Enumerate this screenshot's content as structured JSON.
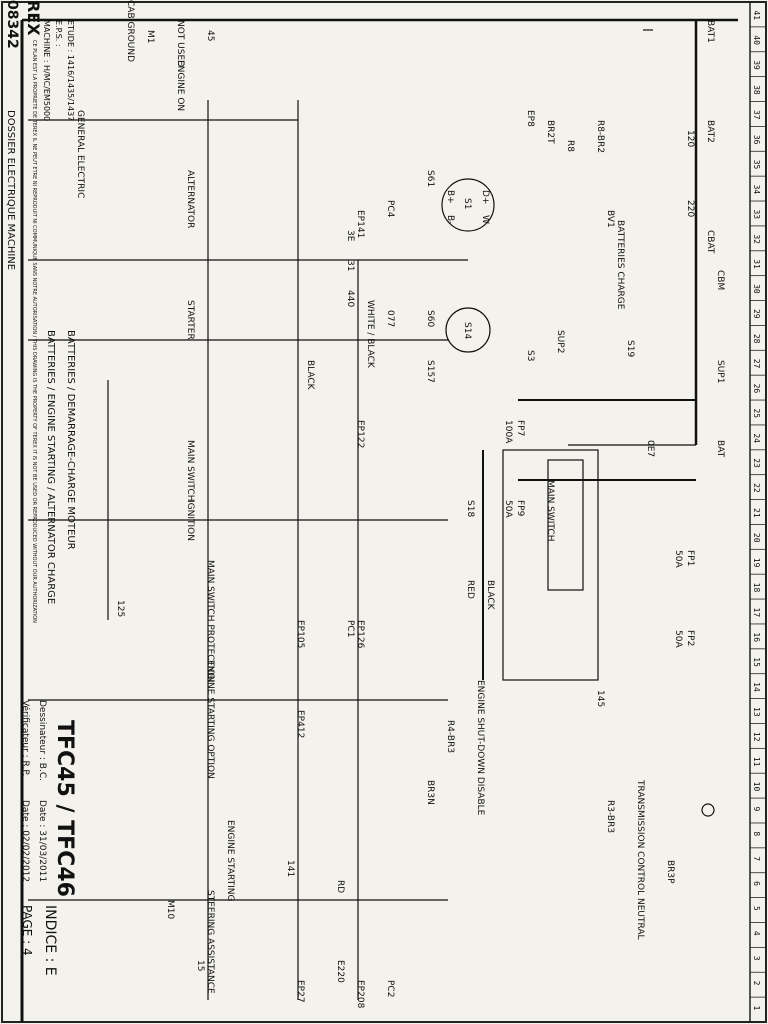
{
  "ruler": [
    "41",
    "40",
    "39",
    "38",
    "37",
    "36",
    "35",
    "34",
    "33",
    "32",
    "31",
    "30",
    "29",
    "28",
    "27",
    "26",
    "25",
    "24",
    "23",
    "22",
    "21",
    "20",
    "19",
    "18",
    "17",
    "16",
    "15",
    "14",
    "13",
    "12",
    "11",
    "10",
    "9",
    "8",
    "7",
    "6",
    "5",
    "4",
    "3",
    "2",
    "1"
  ],
  "title_block": {
    "main_title": "TFC45 / TFC46",
    "indice": "INDICE : E",
    "page": "PAGE : 4",
    "dessinateur": "Dessinateur : B.C.",
    "verificateur": "Vérificateur : R.P.",
    "date1": "Date : 31/03/2011",
    "date2": "Date : 02/02/2012",
    "subject_fr": "BATTERIES / DEMARRAGE-CHARGE MOTEUR",
    "subject_en": "BATTERIES / ENGINE STARTING / ALTERNATOR CHARGE",
    "dossier": "DOSSIER ELECTRIQUE MACHINE",
    "general": "GENERAL ELECTRIC",
    "etude": "ETUDE : 1416/1435/1437",
    "eps": "E.P.S. :",
    "machine": "MACHINE : H/MC/EM5000",
    "drawing_no": "08342",
    "brand": "REX",
    "copyright": "CE PLAN EST LA PROPRIETE DE TEREX IL NE PEUT ETRE NI REPRODUIT NI COMMUNIQUE SANS NOTRE AUTORISATION / THIS DRAWING IS THE PROPERTY OF TEREX IT IS NOT BE USED OR REPRODUCED WITHOUT OUR AUTHORIZATION"
  },
  "labels": {
    "steering": "STEERING ASSISTANCE",
    "engine_starting": "ENGINE STARTING",
    "engine_starting_option": "ENGINE STARTING OPTION",
    "main_switch_protection": "MAIN SWITCH PROTECTION",
    "ignition": "IGNITION",
    "main_switch": "MAIN SWITCH",
    "starter": "STARTER",
    "alternator": "ALTERNATOR",
    "engine_on": "ENGINE ON",
    "not_used": "NOT USED",
    "cab_ground": "CAB GROUND",
    "transmission": "TRANSMISSION CONTROL NEUTRAL",
    "engine_shutdown": "ENGINE SHUT-DOWN DISABLE",
    "batteries_charge": "BATTERIES CHARGE",
    "main_switch_box": "MAIN SWITCH",
    "black": "BLACK",
    "red": "RED",
    "white_black": "WHITE / BLACK",
    "black2": "BLACK"
  },
  "refs": {
    "bat1": "BAT1",
    "bat2": "BAT2",
    "cbat": "CBAT",
    "cbm": "CBM",
    "sup1": "SUP1",
    "sup2": "SUP2",
    "bat": "BAT",
    "s3": "S3",
    "s14": "S14",
    "s1": "S1",
    "bv1": "BV1",
    "r8": "R8",
    "fp1": "FP1",
    "fp1_amp": "50A",
    "fp2": "FP2",
    "fp2_amp": "50A",
    "fp9": "FP9",
    "fp9_amp": "50A",
    "fp7": "FP7",
    "fp7_amp": "100A",
    "ep8": "EP8",
    "ep141": "EP141",
    "ep122": "EP122",
    "ep126": "EP126",
    "ep105": "EP105",
    "ep412": "EP412",
    "ep27": "EP27",
    "ep208": "EP208",
    "e220": "E220",
    "rd": "RD",
    "m10": "M10",
    "m1": "M1",
    "s157": "S157",
    "s60": "S60",
    "s61": "S61",
    "s19": "S19",
    "s18": "S18",
    "br3p": "BR3P",
    "br3n": "BR3N",
    "r3br3": "R3-BR3",
    "r4br3": "R4-BR3",
    "r8br2": "R8-BR2",
    "br2t": "BR2T",
    "pc1": "PC1",
    "pc2": "PC2",
    "pc4": "PC4",
    "w": "W",
    "dplus": "D+",
    "bplus": "B+",
    "bminus": "B-",
    "w220": "220",
    "w120": "120",
    "w440": "440",
    "w077": "077",
    "w0e7": "0E7",
    "w141": "141",
    "w125": "125",
    "w15": "15",
    "w31": "31",
    "w3e": "3E",
    "w145": "145",
    "w45": "45"
  },
  "colors": {
    "paper": "#f4f2ec",
    "ink": "#111111",
    "frame": "#222222"
  }
}
